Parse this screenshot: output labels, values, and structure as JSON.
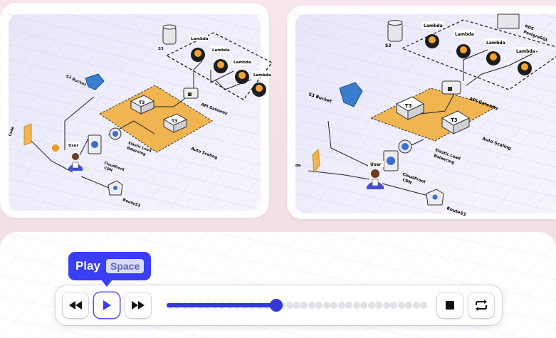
{
  "diagram_left": {
    "labels": {
      "s3": "S3",
      "s3_bucket": "S3 Bucket",
      "lambda": "Lambda",
      "t3": "T3",
      "api_gateway": "API Gateway",
      "auto_scaling": "Auto Scaling",
      "elb": "Elastic Load",
      "elb2": "Balancing",
      "cloudfront": "Cloudfront",
      "cdn": "CDN",
      "user": "User",
      "code": "Code",
      "route53": "Route53"
    }
  },
  "diagram_right": {
    "labels": {
      "s3": "S3",
      "s3_bucket": "S3 Bucket",
      "lambda": "Lambda",
      "rds": "RDS",
      "rds2": "PostgreSQL",
      "t3": "T3",
      "api_gateway": "API Gateway",
      "auto_scaling": "Auto Scaling",
      "elb": "Elastic Load",
      "elb2": "Balancing",
      "cloudfront": "CloudFront",
      "cdn": "CDN",
      "user": "User",
      "code": "de",
      "route53": "Route53"
    }
  },
  "tooltip": {
    "label": "Play",
    "shortcut": "Space"
  },
  "controls": {
    "rewind_icon": "rewind-icon",
    "play_icon": "play-icon",
    "forward_icon": "fast-forward-icon",
    "stop_icon": "stop-icon",
    "loop_icon": "loop-icon",
    "progress_fraction": 0.42,
    "dot_count": 35
  },
  "colors": {
    "accent": "#3437d9",
    "tooltip_bg": "#3a3ef5",
    "scaling_group": "#f0b451"
  }
}
